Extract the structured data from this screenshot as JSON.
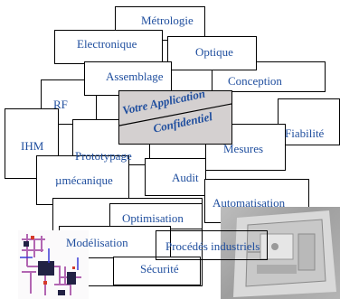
{
  "center": {
    "line1": "Votre Application",
    "line2": "Confidentiel"
  },
  "nodes": [
    {
      "key": "metrologie",
      "label": "Métrologie"
    },
    {
      "key": "electronique",
      "label": "Electronique"
    },
    {
      "key": "optique",
      "label": "Optique"
    },
    {
      "key": "assemblage",
      "label": "Assemblage"
    },
    {
      "key": "conception",
      "label": "Conception"
    },
    {
      "key": "rf",
      "label": "RF"
    },
    {
      "key": "fiabilite",
      "label": "Fiabilité"
    },
    {
      "key": "ihm",
      "label": "IHM"
    },
    {
      "key": "prototypage",
      "label": "Prototypage"
    },
    {
      "key": "mesures",
      "label": "Mesures"
    },
    {
      "key": "mumecanique",
      "label": "µmécanique"
    },
    {
      "key": "audit",
      "label": "Audit"
    },
    {
      "key": "automatisation",
      "label": "Automatisation"
    },
    {
      "key": "optimisation",
      "label": "Optimisation"
    },
    {
      "key": "modelisation",
      "label": "Modélisation"
    },
    {
      "key": "procedes",
      "label": "Procédés industriels"
    },
    {
      "key": "securite",
      "label": "Sécurité"
    }
  ],
  "colors": {
    "label": "#1f4e9e",
    "center_fill": "#d4d0d0",
    "border": "#000000"
  }
}
